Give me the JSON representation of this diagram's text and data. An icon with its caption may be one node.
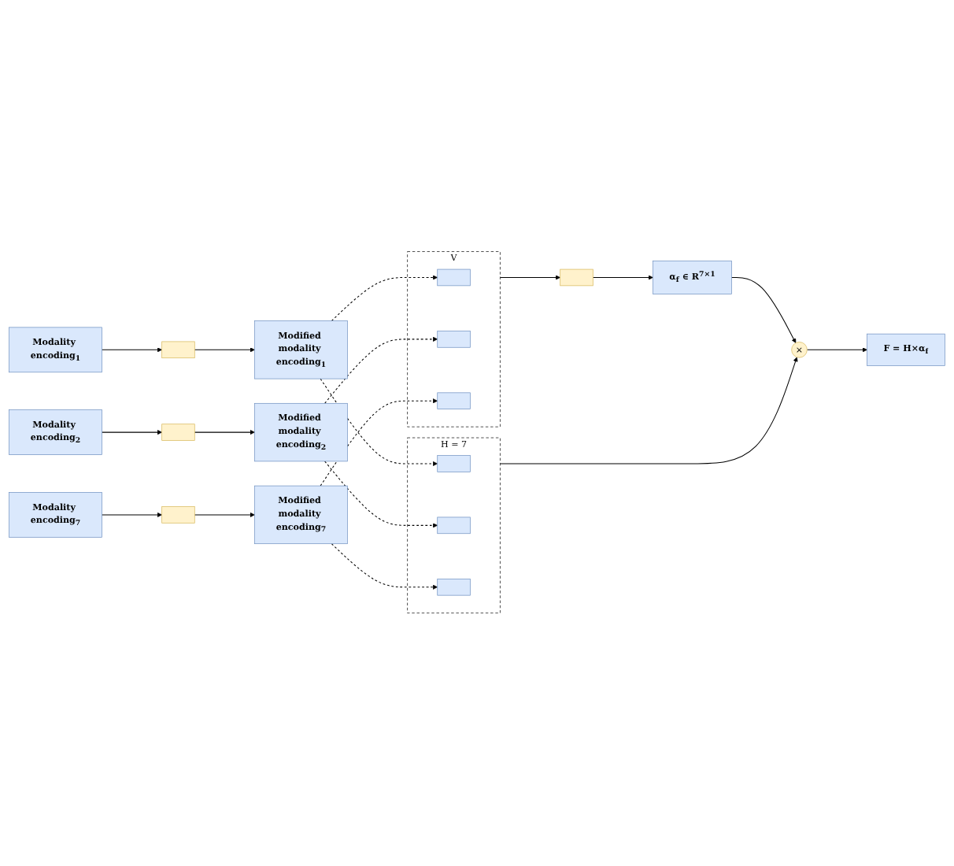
{
  "diagram": {
    "nodes": [
      {
        "text": [
          "Modality encoding$_{1}$"
        ]
      },
      {
        "text": [],
        "shape": "bar"
      },
      {
        "text": [
          "Modified modality encoding$_{1}$"
        ]
      },
      {
        "text": [
          "Modality encoding$_{2}$"
        ]
      },
      {
        "text": [],
        "shape": "bar"
      },
      {
        "text": [
          "Modified modality encoding$_{2}$"
        ]
      },
      {
        "text": [
          "Modality encoding$_{7}$"
        ]
      },
      {
        "text": [],
        "shape": "bar"
      },
      {
        "text": [
          "Modified modality encoding$_{7}$"
        ]
      },
      {
        "text": [
          "H = 7"
        ]
      },
      {
        "text": [],
        "shape": "box",
        "in": 9
      },
      {
        "text": [],
        "shape": "box",
        "in": 9
      },
      {
        "text": [],
        "shape": "box",
        "in": 9
      },
      {
        "text": [
          "V"
        ]
      },
      {
        "text": [],
        "shape": "box",
        "in": 13
      },
      {
        "text": [],
        "shape": "box",
        "in": 13
      },
      {
        "text": [],
        "shape": "box",
        "in": 13
      },
      {
        "text": [],
        "shape": "bar"
      },
      {
        "text": [
          "α$_{f}$ ∈ R$^{7×1}$"
        ]
      },
      {
        "text": [
          "×"
        ]
      },
      {
        "text": [
          "F = H×α$_{f}$"
        ]
      }
    ],
    "edges": [
      {
        "from": 0,
        "to": 1,
        "arrow": "to"
      },
      {
        "from": 1,
        "to": 2,
        "arrow": "to"
      },
      {
        "from": 3,
        "to": 4,
        "arrow": "to"
      },
      {
        "from": 4,
        "to": 5,
        "arrow": "to"
      },
      {
        "from": 6,
        "to": 7,
        "arrow": "to"
      },
      {
        "from": 7,
        "to": 8,
        "arrow": "to"
      },
      {
        "from": 2,
        "to": 10,
        "arrow": "to",
        "style": "dashed"
      },
      {
        "from": 5,
        "to": 11,
        "arrow": "to",
        "style": "dashed"
      },
      {
        "from": 8,
        "to": 12,
        "arrow": "to",
        "style": "dashed"
      },
      {
        "from": 2,
        "to": 14,
        "arrow": "to",
        "style": "dashed"
      },
      {
        "from": 5,
        "to": 15,
        "arrow": "to",
        "style": "dashed"
      },
      {
        "from": 8,
        "to": 16,
        "arrow": "to",
        "style": "dashed"
      },
      {
        "from": 13,
        "to": 17,
        "arrow": "to"
      },
      {
        "from": 17,
        "to": 18,
        "arrow": "to"
      },
      {
        "from": 9,
        "to": 19,
        "arrow": "to"
      },
      {
        "from": 18,
        "to": 19,
        "arrow": "to"
      },
      {
        "from": 19,
        "to": 20,
        "arrow": "to"
      }
    ]
  }
}
